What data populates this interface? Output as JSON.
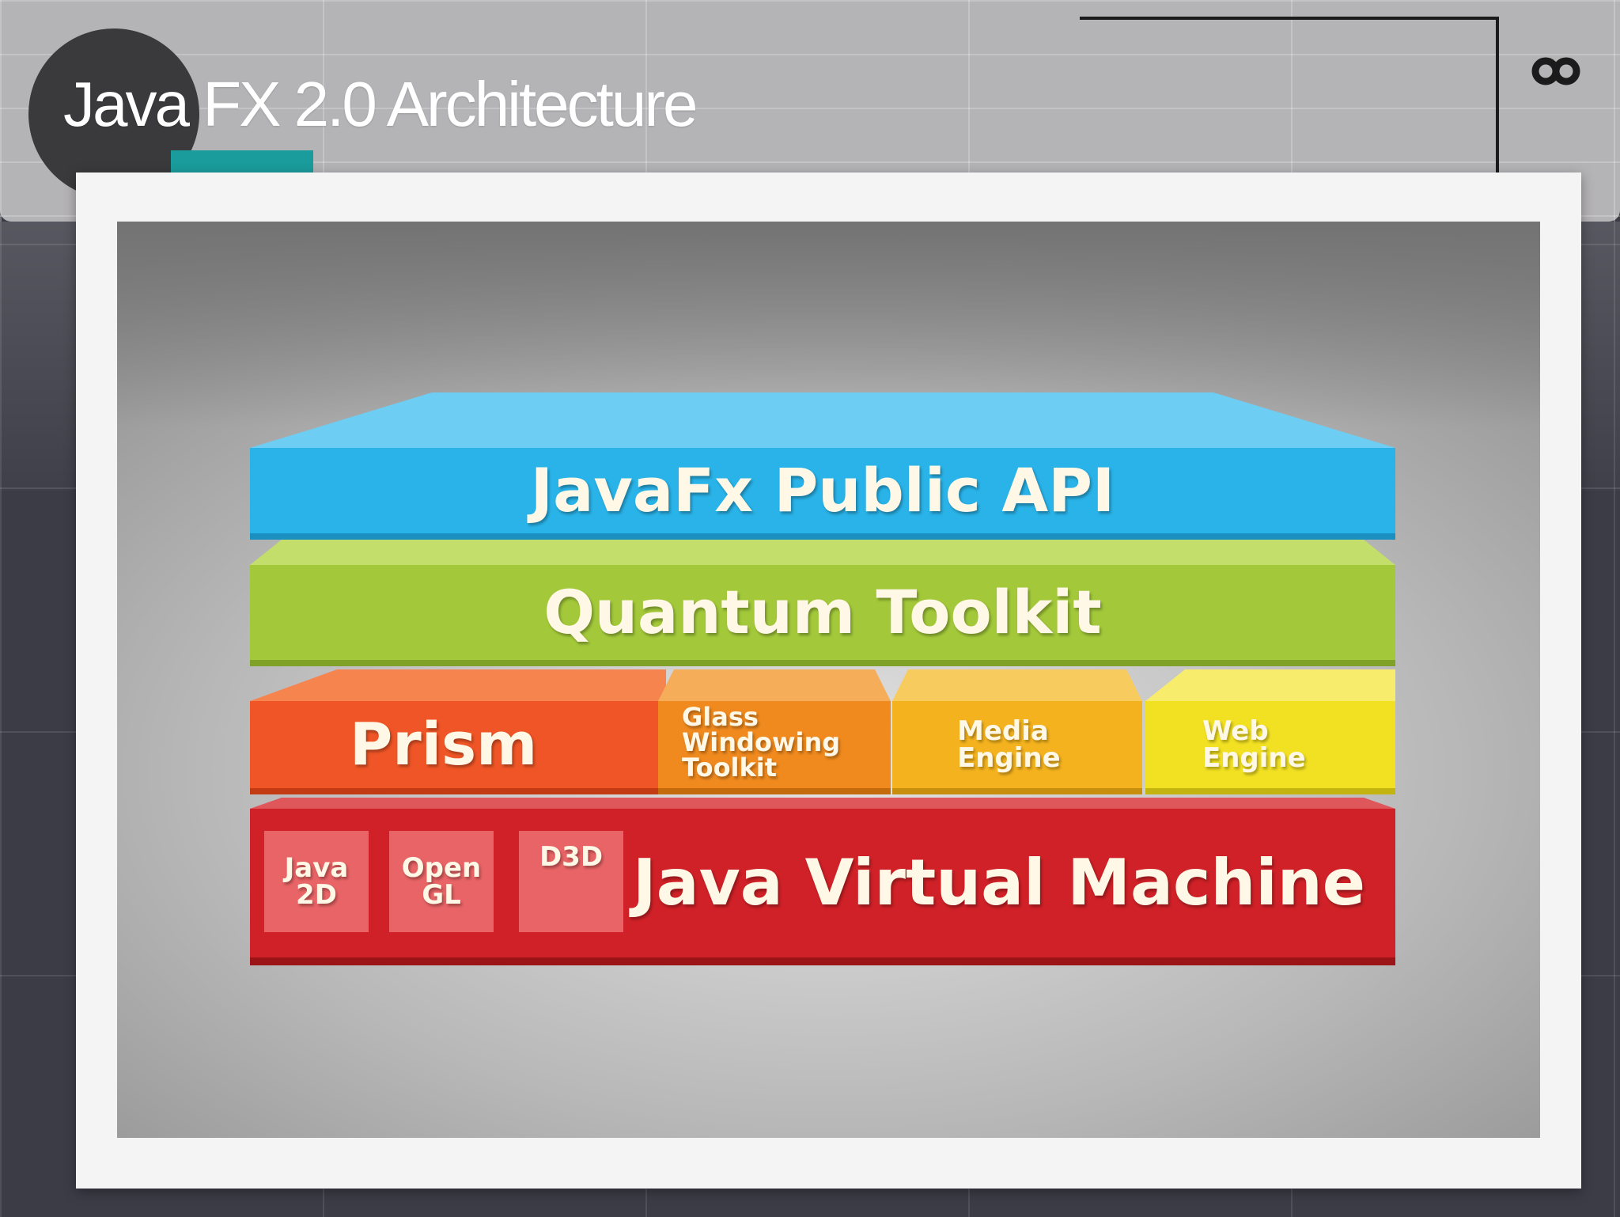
{
  "header": {
    "title": "Java FX 2.0 Architecture"
  },
  "diagram": {
    "layers": {
      "public_api": {
        "label": "JavaFx Public API",
        "color": "#29b3e8"
      },
      "quantum": {
        "label": "Quantum Toolkit",
        "color": "#a3c93a"
      },
      "prism": {
        "label": "Prism",
        "color": "#ef5526"
      },
      "glass": {
        "label": "Glass\nWindowing\nToolkit",
        "color": "#f08a1e"
      },
      "media": {
        "label": "Media\nEngine",
        "color": "#f4b31e"
      },
      "web": {
        "label": "Web\nEngine",
        "color": "#f2e022"
      },
      "jvm": {
        "label": "Java Virtual Machine",
        "color": "#cf2127"
      }
    },
    "jvm_boxes": [
      {
        "label": "Java\n2D"
      },
      {
        "label": "Open\nGL"
      },
      {
        "label": "D3D"
      }
    ]
  },
  "colors": {
    "accent": "#1a9c9c",
    "header_background": "#b4b3b6"
  }
}
